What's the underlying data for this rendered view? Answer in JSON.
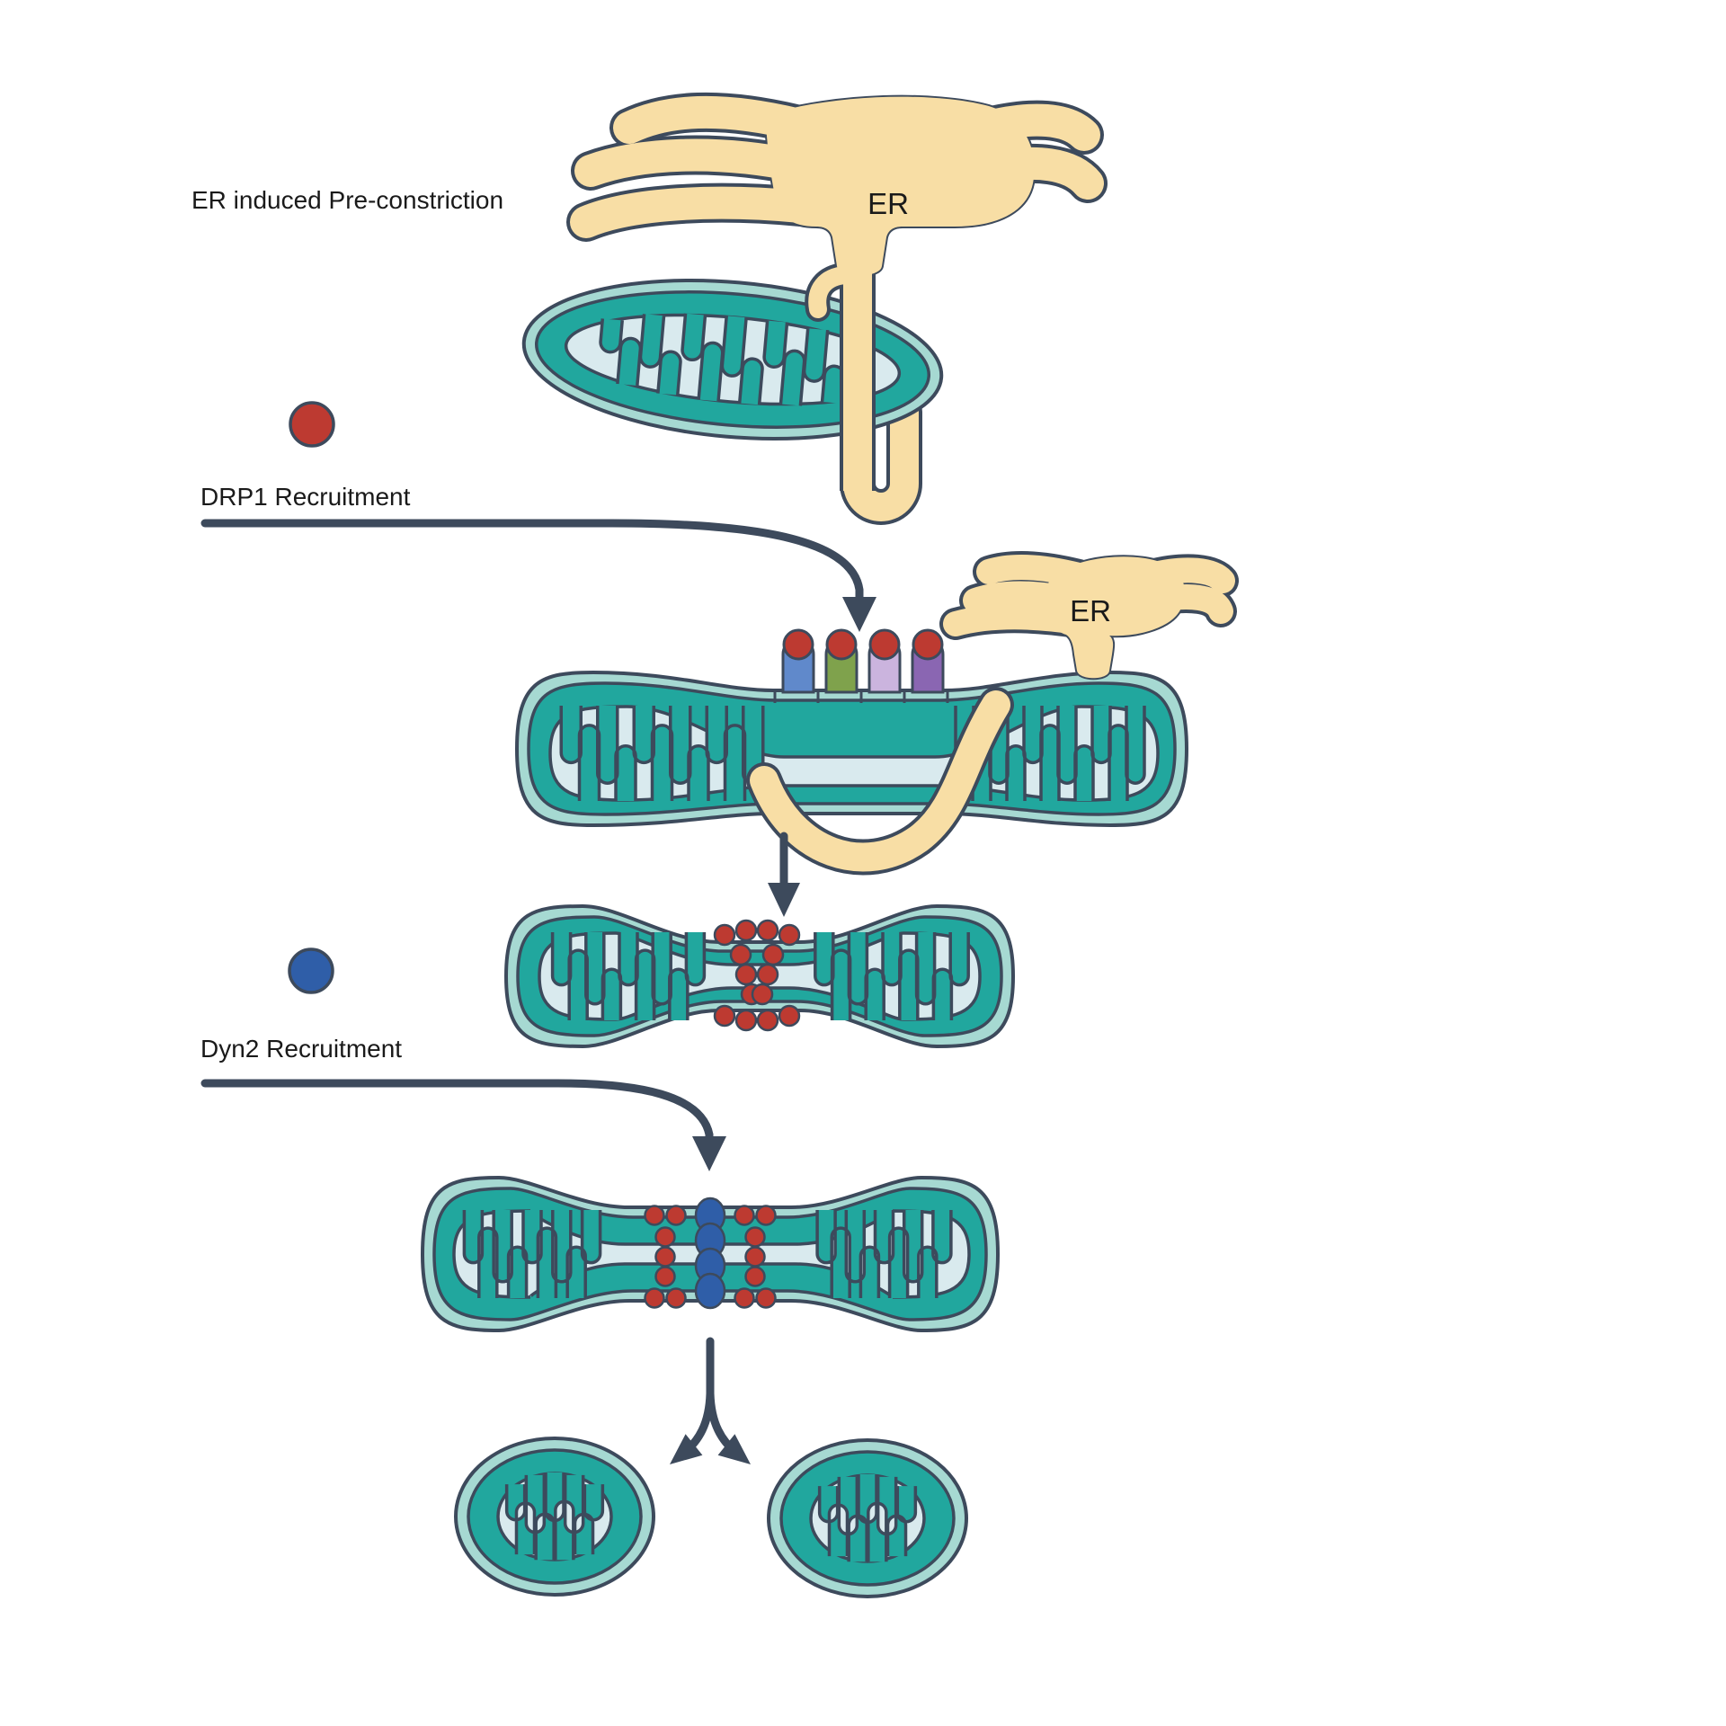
{
  "labels": {
    "stage1": "ER induced Pre-constriction",
    "drp1": "DRP1 Recruitment",
    "dyn2": "Dyn2 Recruitment",
    "er1": "ER",
    "er2": "ER"
  },
  "legend": [
    {
      "id": "drp1",
      "label": "DRP1 Recruitment",
      "color": "#BD3A31"
    },
    {
      "id": "dyn2",
      "label": "Dyn2 Recruitment",
      "color": "#2F5EA8"
    }
  ],
  "palette": {
    "outline_navy": "#3D4A5C",
    "arrow": "#3D4A5C",
    "outer_membrane_seafoam": "#A6D9D2",
    "body_teal": "#21A79E",
    "matrix_pale": "#D9EAEE",
    "er_cream": "#F8DEA5",
    "drp1_red": "#BD3A31",
    "dyn2_blue": "#2F5EA8",
    "receptor_blue": "#6089CB",
    "receptor_green": "#7FA24C",
    "receptor_lavender": "#CBB4DE",
    "receptor_purple": "#8A66B2",
    "text": "#1A1A1A"
  },
  "receptors": [
    {
      "name": "receptor-1",
      "color": "#6089CB",
      "cap_color": "#BD3A31"
    },
    {
      "name": "receptor-2",
      "color": "#7FA24C",
      "cap_color": "#BD3A31"
    },
    {
      "name": "receptor-3",
      "color": "#CBB4DE",
      "cap_color": "#BD3A31"
    },
    {
      "name": "receptor-4",
      "color": "#8A66B2",
      "cap_color": "#BD3A31"
    }
  ]
}
